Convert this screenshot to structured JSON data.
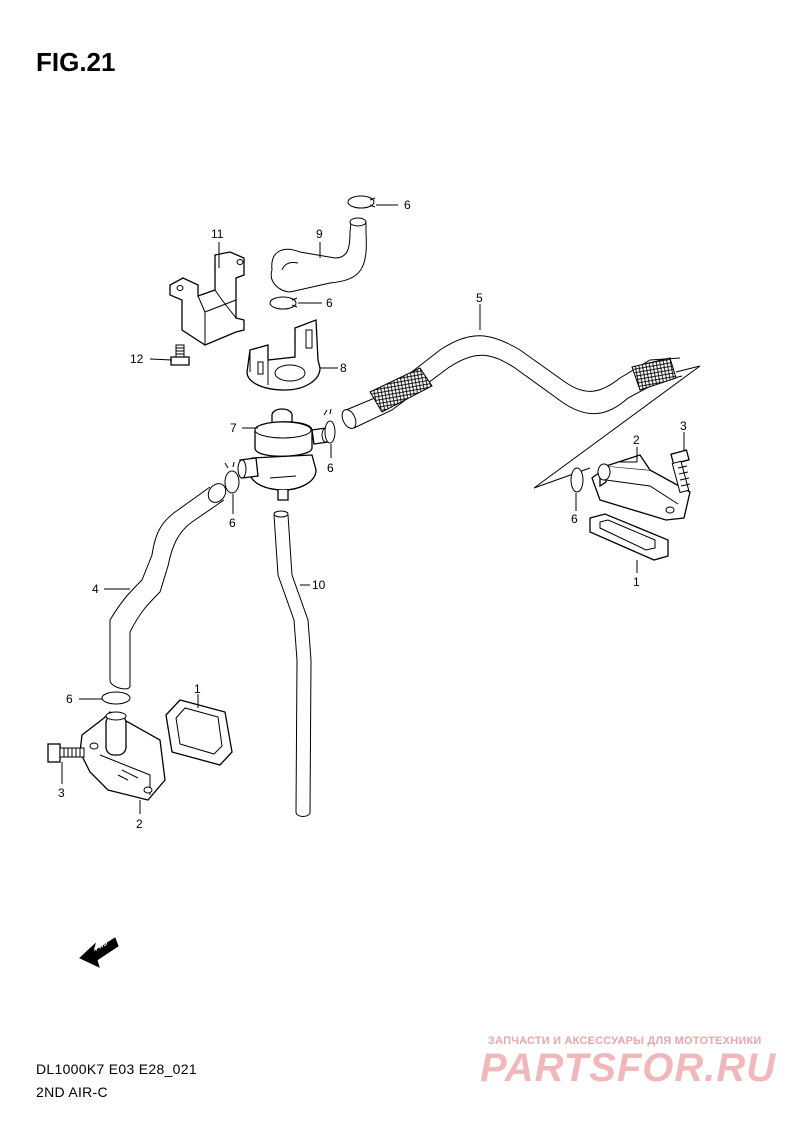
{
  "figure": {
    "title": "FIG.21"
  },
  "footer": {
    "model": "DL1000K7  E03  E28_021",
    "name": "2ND AIR-C"
  },
  "watermark": {
    "tagline": "ЗАПЧАСТИ И АКСЕССУАРЫ ДЛЯ МОТОТЕХНИКИ",
    "logo": "PARTSFOR.RU",
    "color": "#e8a7ab"
  },
  "fwd_icon": {
    "label": "FWD",
    "icon": "fwd-arrow-icon"
  },
  "callouts": [
    {
      "id": "c6a",
      "label": "6"
    },
    {
      "id": "c9",
      "label": "9"
    },
    {
      "id": "c6b",
      "label": "6"
    },
    {
      "id": "c11",
      "label": "11"
    },
    {
      "id": "c12",
      "label": "12"
    },
    {
      "id": "c8",
      "label": "8"
    },
    {
      "id": "c5",
      "label": "5"
    },
    {
      "id": "c7",
      "label": "7"
    },
    {
      "id": "c6c",
      "label": "6"
    },
    {
      "id": "c6d",
      "label": "6"
    },
    {
      "id": "c2a",
      "label": "2"
    },
    {
      "id": "c3a",
      "label": "3"
    },
    {
      "id": "c6e",
      "label": "6"
    },
    {
      "id": "c1a",
      "label": "1"
    },
    {
      "id": "c4",
      "label": "4"
    },
    {
      "id": "c10",
      "label": "10"
    },
    {
      "id": "c1b",
      "label": "1"
    },
    {
      "id": "c6f",
      "label": "6"
    },
    {
      "id": "c3b",
      "label": "3"
    },
    {
      "id": "c2b",
      "label": "2"
    }
  ]
}
